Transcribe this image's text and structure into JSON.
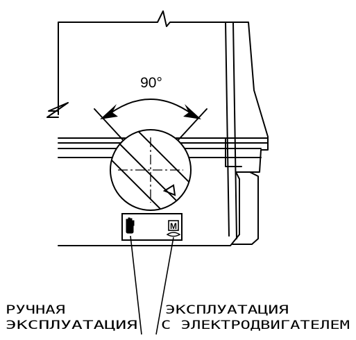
{
  "angle_label": "90°",
  "manual_label": {
    "line1": "РУЧНАЯ",
    "line2": "ЭКСПЛУАТАЦИЯ"
  },
  "motor_label": {
    "line1": "ЭКСПЛУАТАЦИЯ",
    "line2": "С ЭЛЕКТРОДВИГАТЕЛЕМ"
  },
  "motor_badge": "M",
  "icons": {
    "manual": "hand-icon",
    "motor": "motor-icon",
    "direction": "triangle-arrow-icon"
  }
}
